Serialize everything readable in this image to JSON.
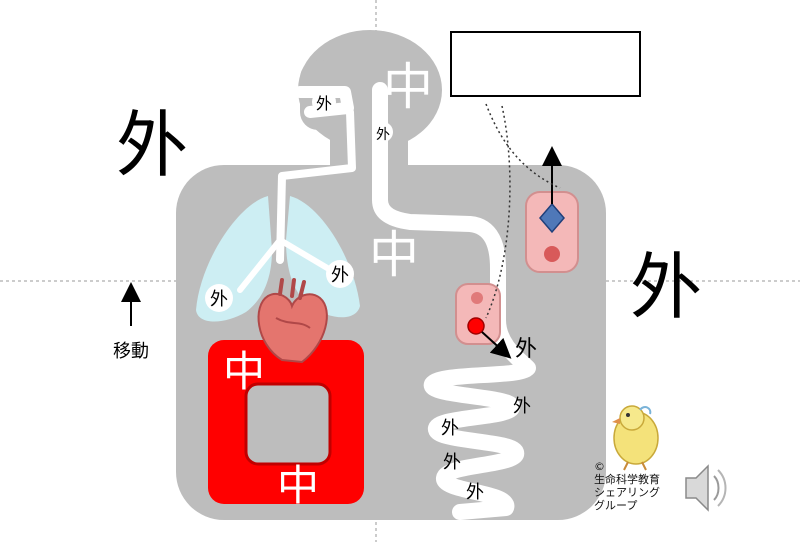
{
  "labels": {
    "outside_big": "外",
    "inside_big": "中",
    "outside_small": "外",
    "movement": "移動"
  },
  "credit": {
    "copyright": "©",
    "line1": "生命科学教育",
    "line2": "シェアリング",
    "line3": "グループ"
  },
  "colors": {
    "body": "#bdbdbd",
    "lumen": "#ffffff",
    "lung": "#cdeef3",
    "blood": "#ff0000",
    "cell_pink": "#f4b8b8",
    "cell_red_dot": "#e23a3a",
    "diamond": "#4f78b8",
    "heart": "#e4756e"
  },
  "icons": {
    "heart": "heart-icon",
    "speaker": "speaker-icon",
    "chick": "chick-icon"
  }
}
